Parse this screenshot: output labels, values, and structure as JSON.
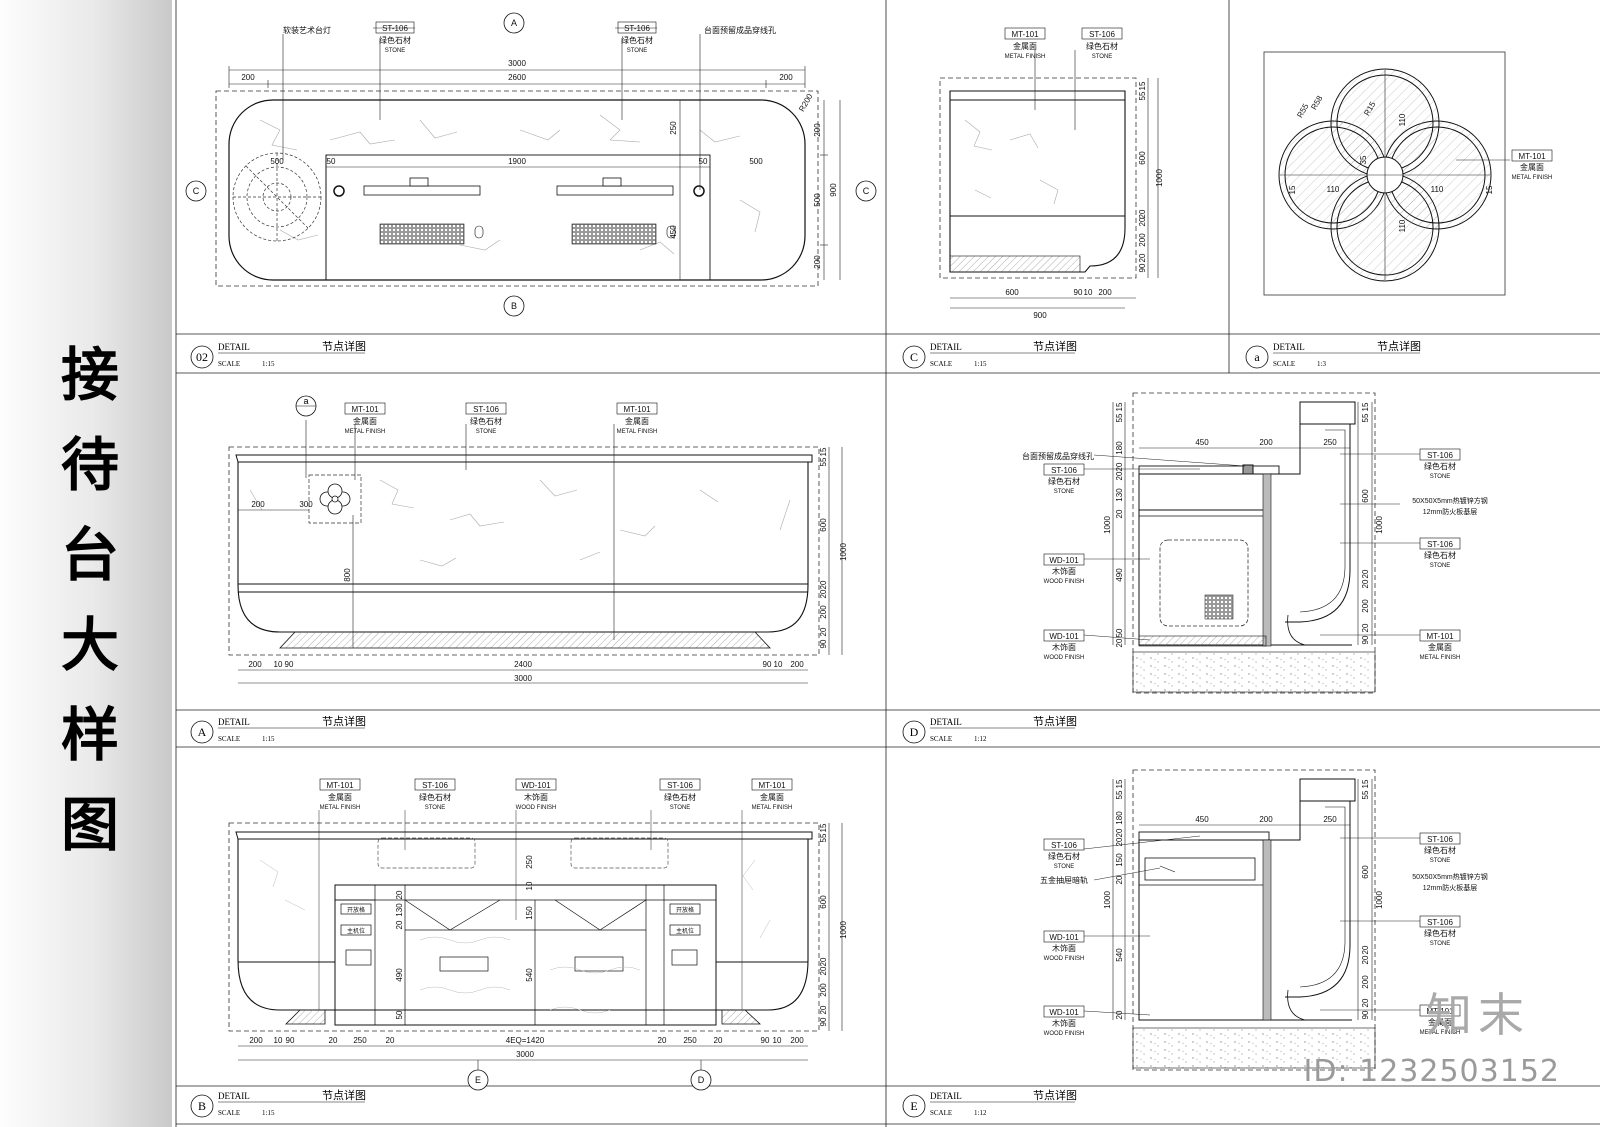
{
  "sheet_title": "接待台大样图",
  "panels": {
    "p02": {
      "circle": "02",
      "detail": "DETAIL",
      "name": "节点详图",
      "scale_label": "SCALE",
      "scale": "1:15",
      "callouts": {
        "lamp": "软装艺术台灯",
        "st_left": {
          "code": "ST-106",
          "cn": "绿色石材",
          "en": "STONE"
        },
        "st_right": {
          "code": "ST-106",
          "cn": "绿色石材",
          "en": "STONE"
        },
        "hole": "台面预留成品穿线孔"
      },
      "section_marks": {
        "A": "A",
        "B": "B",
        "C": "C"
      },
      "dims": {
        "top_total": "3000",
        "top_l": "200",
        "top_mid": "2600",
        "top_r": "200",
        "inner_mid": "1900",
        "inner_l": "50",
        "inner_r": "50",
        "lamp_w": "500",
        "right_w": "500",
        "v_top": "250",
        "v_dims": [
          "200",
          "500",
          "200"
        ],
        "v_total": "900",
        "v_inner": "450",
        "radius": "R200"
      }
    },
    "pC": {
      "circle": "C",
      "detail": "DETAIL",
      "name": "节点详图",
      "scale_label": "SCALE",
      "scale": "1:15",
      "callouts": {
        "mt": {
          "code": "MT-101",
          "cn": "金属面",
          "en": "METAL FINISH"
        },
        "st": {
          "code": "ST-106",
          "cn": "绿色石材",
          "en": "STONE"
        }
      },
      "dims": {
        "bottom_dims": [
          "600",
          "90",
          "10",
          "200"
        ],
        "bottom_total": "900",
        "v_dims": [
          "15",
          "55",
          "600",
          "20",
          "20",
          "200",
          "20",
          "90"
        ],
        "v_total": "1000"
      }
    },
    "pa": {
      "circle": "a",
      "detail": "DETAIL",
      "name": "节点详图",
      "scale_label": "SCALE",
      "scale": "1:3",
      "callout": {
        "code": "MT-101",
        "cn": "金属面",
        "en": "METAL FINISH"
      },
      "dims": {
        "r55": "R55",
        "r58": "R58",
        "r15": "R15",
        "d35": "35",
        "d110": [
          "110",
          "110",
          "110",
          "110"
        ],
        "d15": [
          "15",
          "15"
        ]
      }
    },
    "pA": {
      "circle": "A",
      "detail": "DETAIL",
      "name": "节点详图",
      "scale_label": "SCALE",
      "scale": "1:15",
      "detail_mark": "a",
      "callouts": {
        "mt_left": {
          "code": "MT-101",
          "cn": "金属面",
          "en": "METAL FINISH"
        },
        "st": {
          "code": "ST-106",
          "cn": "绿色石材",
          "en": "STONE"
        },
        "mt_right": {
          "code": "MT-101",
          "cn": "金属面",
          "en": "METAL FINISH"
        }
      },
      "dims": {
        "d200": "200",
        "d300": "300",
        "h800": "800",
        "bottom_dims": [
          "200",
          "10",
          "90",
          "2400",
          "90",
          "10",
          "200"
        ],
        "bottom_total": "3000",
        "v_dims": [
          "15",
          "55",
          "600",
          "20",
          "20",
          "200",
          "20",
          "90"
        ],
        "v_total": "1000"
      }
    },
    "pD": {
      "circle": "D",
      "detail": "DETAIL",
      "name": "节点详图",
      "scale_label": "SCALE",
      "scale": "1:12",
      "callouts": {
        "hole": "台面预留成品穿线孔",
        "st_left": {
          "code": "ST-106",
          "cn": "绿色石材",
          "en": "STONE"
        },
        "wd_a": {
          "code": "WD-101",
          "cn": "木饰面",
          "en": "WOOD FINISH"
        },
        "wd_b": {
          "code": "WD-101",
          "cn": "木饰面",
          "en": "WOOD FINISH"
        },
        "st_r1": {
          "code": "ST-106",
          "cn": "绿色石材",
          "en": "STONE"
        },
        "steel": "50X50X5mm热镀锌方钢",
        "board": "12mm防火板基层",
        "st_r2": {
          "code": "ST-106",
          "cn": "绿色石材",
          "en": "STONE"
        },
        "mt": {
          "code": "MT-101",
          "cn": "金属面",
          "en": "METAL FINISH"
        }
      },
      "dims": {
        "top": [
          "450",
          "200",
          "250"
        ],
        "v_left": [
          "15",
          "55",
          "180",
          "20",
          "20",
          "130",
          "20",
          "490",
          "50",
          "20"
        ],
        "v_left_total": "1000",
        "v_right": [
          "15",
          "55",
          "600",
          "20",
          "20",
          "200",
          "20",
          "90"
        ],
        "v_right_total": "1000"
      }
    },
    "pB": {
      "circle": "B",
      "detail": "DETAIL",
      "name": "节点详图",
      "scale_label": "SCALE",
      "scale": "1:15",
      "callouts": {
        "mt1": {
          "code": "MT-101",
          "cn": "金属面",
          "en": "METAL FINISH"
        },
        "st1": {
          "code": "ST-106",
          "cn": "绿色石材",
          "en": "STONE"
        },
        "wd": {
          "code": "WD-101",
          "cn": "木饰面",
          "en": "WOOD FINISH"
        },
        "st2": {
          "code": "ST-106",
          "cn": "绿色石材",
          "en": "STONE"
        },
        "mt2": {
          "code": "MT-101",
          "cn": "金属面",
          "en": "METAL FINISH"
        }
      },
      "device_a": "开放格",
      "device_b": "主机位",
      "section_marks": {
        "E": "E",
        "D": "D"
      },
      "dims": {
        "bottom_dims": [
          "200",
          "10",
          "90",
          "20",
          "250",
          "20",
          "4EQ=1420",
          "20",
          "250",
          "20",
          "90",
          "10",
          "200"
        ],
        "bottom_total": "3000",
        "inner_v": [
          "250",
          "10",
          "150",
          "540"
        ],
        "left_v": [
          "20",
          "130",
          "20",
          "490",
          "50"
        ],
        "v_dims": [
          "15",
          "55",
          "600",
          "20",
          "20",
          "200",
          "20",
          "90"
        ],
        "v_total": "1000"
      }
    },
    "pE": {
      "circle": "E",
      "detail": "DETAIL",
      "name": "节点详图",
      "scale_label": "SCALE",
      "scale": "1:12",
      "callouts": {
        "st_left": {
          "code": "ST-106",
          "cn": "绿色石材",
          "en": "STONE"
        },
        "rail": "五金抽屉暗轨",
        "wd_a": {
          "code": "WD-101",
          "cn": "木饰面",
          "en": "WOOD FINISH"
        },
        "wd_b": {
          "code": "WD-101",
          "cn": "木饰面",
          "en": "WOOD FINISH"
        },
        "st_r1": {
          "code": "ST-106",
          "cn": "绿色石材",
          "en": "STONE"
        },
        "steel": "50X50X5mm热镀锌方钢",
        "board": "12mm防火板基层",
        "st_r2": {
          "code": "ST-106",
          "cn": "绿色石材",
          "en": "STONE"
        },
        "mt": {
          "code": "MT-101",
          "cn": "金属面",
          "en": "METAL FINISH"
        }
      },
      "dims": {
        "top": [
          "450",
          "200",
          "250"
        ],
        "v_left": [
          "15",
          "55",
          "180",
          "20",
          "20",
          "150",
          "20",
          "540",
          "20"
        ],
        "v_left_total": "1000",
        "v_right": [
          "15",
          "55",
          "600",
          "20",
          "20",
          "200",
          "20",
          "90"
        ],
        "v_right_total": "1000"
      }
    }
  },
  "watermark": {
    "brand": "知末",
    "id": "ID: 1232503152"
  }
}
